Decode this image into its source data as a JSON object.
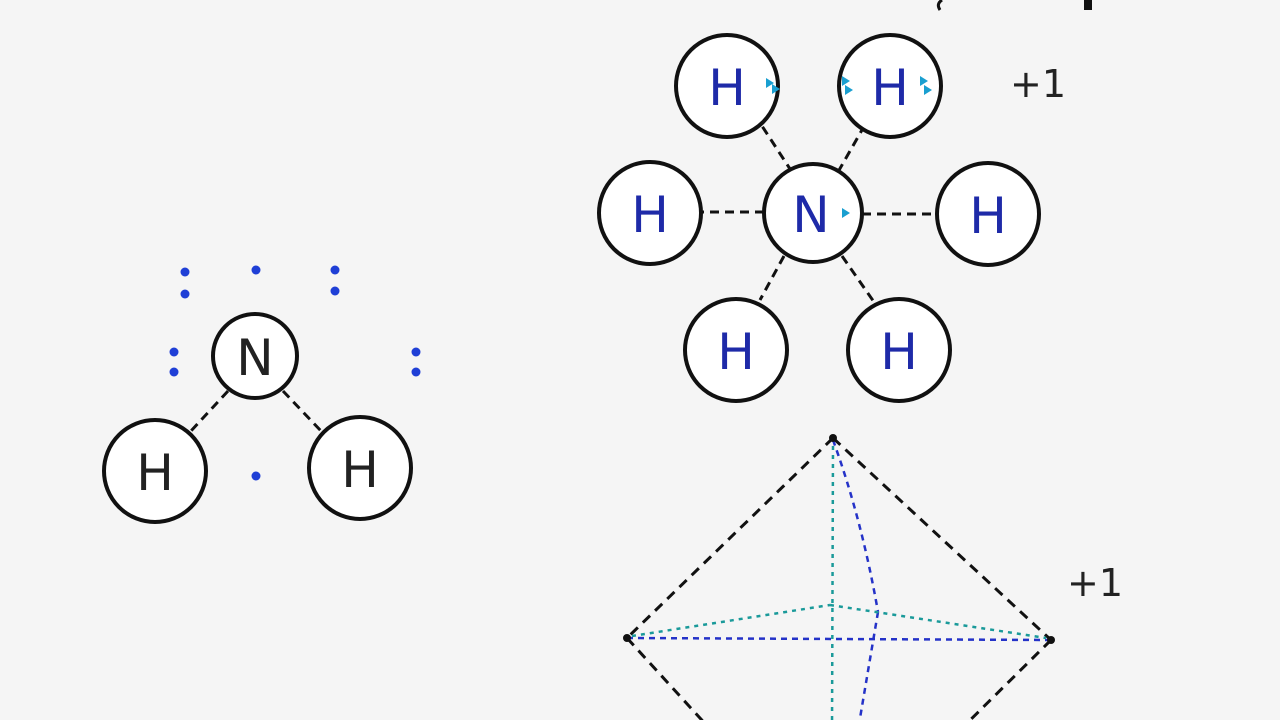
{
  "colors": {
    "background": "#f5f5f5",
    "atom_stroke": "#111111",
    "atom_fill": "#ffffff",
    "bond": "#111111",
    "electron_dot": "#1f3fd6",
    "electron_marker": "#1a9fd0",
    "label_dark": "#222222",
    "label_blue": "#1e2aa8",
    "octa_edge": "#111111",
    "octa_inner_blue": "#2432c8",
    "octa_inner_teal": "#1a9a9a"
  },
  "nh2_molecule": {
    "center_atom": "N",
    "left_atom": "H",
    "right_atom": "H"
  },
  "complex_ion": {
    "center_atom": "N",
    "top_left": "H",
    "top_right": "H",
    "left": "H",
    "right": "H",
    "bottom_left": "H",
    "bottom_right": "H",
    "charge": "+1"
  },
  "octahedron": {
    "charge": "+1"
  }
}
